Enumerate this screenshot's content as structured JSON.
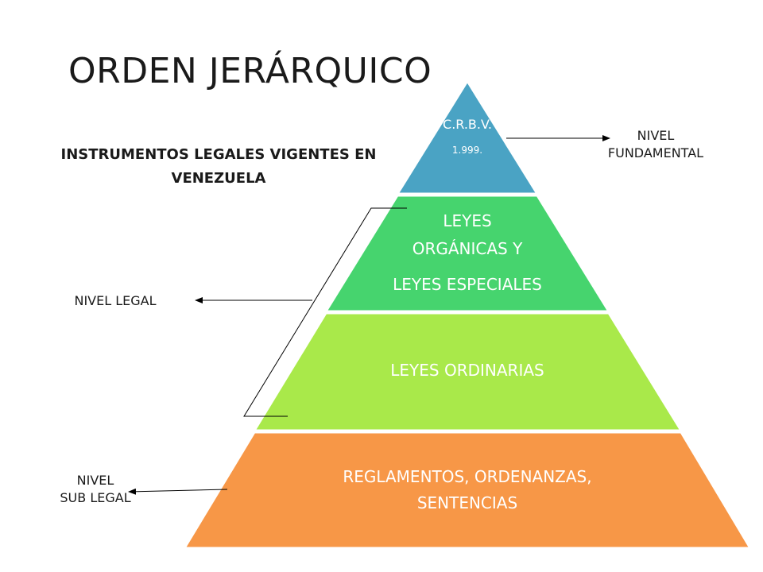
{
  "slide": {
    "title": "ORDEN JERÁRQUICO",
    "subtitle": "INSTRUMENTOS LEGALES VIGENTES EN VENEZUELA"
  },
  "pyramid": {
    "tiers": [
      {
        "lines": [
          "C.R.B.V.",
          "1.999."
        ],
        "color": "#4aa3c4"
      },
      {
        "lines": [
          "LEYES",
          "ORGÁNICAS Y",
          "LEYES ESPECIALES"
        ],
        "color": "#46d46e"
      },
      {
        "lines": [
          "LEYES ORDINARIAS"
        ],
        "color": "#a9e94a"
      },
      {
        "lines": [
          "REGLAMENTOS, ORDENANZAS,",
          "SENTENCIAS"
        ],
        "color": "#f79747"
      }
    ]
  },
  "levels": {
    "fundamental": {
      "line1": "NIVEL",
      "line2": "FUNDAMENTAL"
    },
    "legal": {
      "text": "NIVEL LEGAL"
    },
    "sublegal": {
      "line1": "NIVEL",
      "line2": "SUB LEGAL"
    }
  }
}
